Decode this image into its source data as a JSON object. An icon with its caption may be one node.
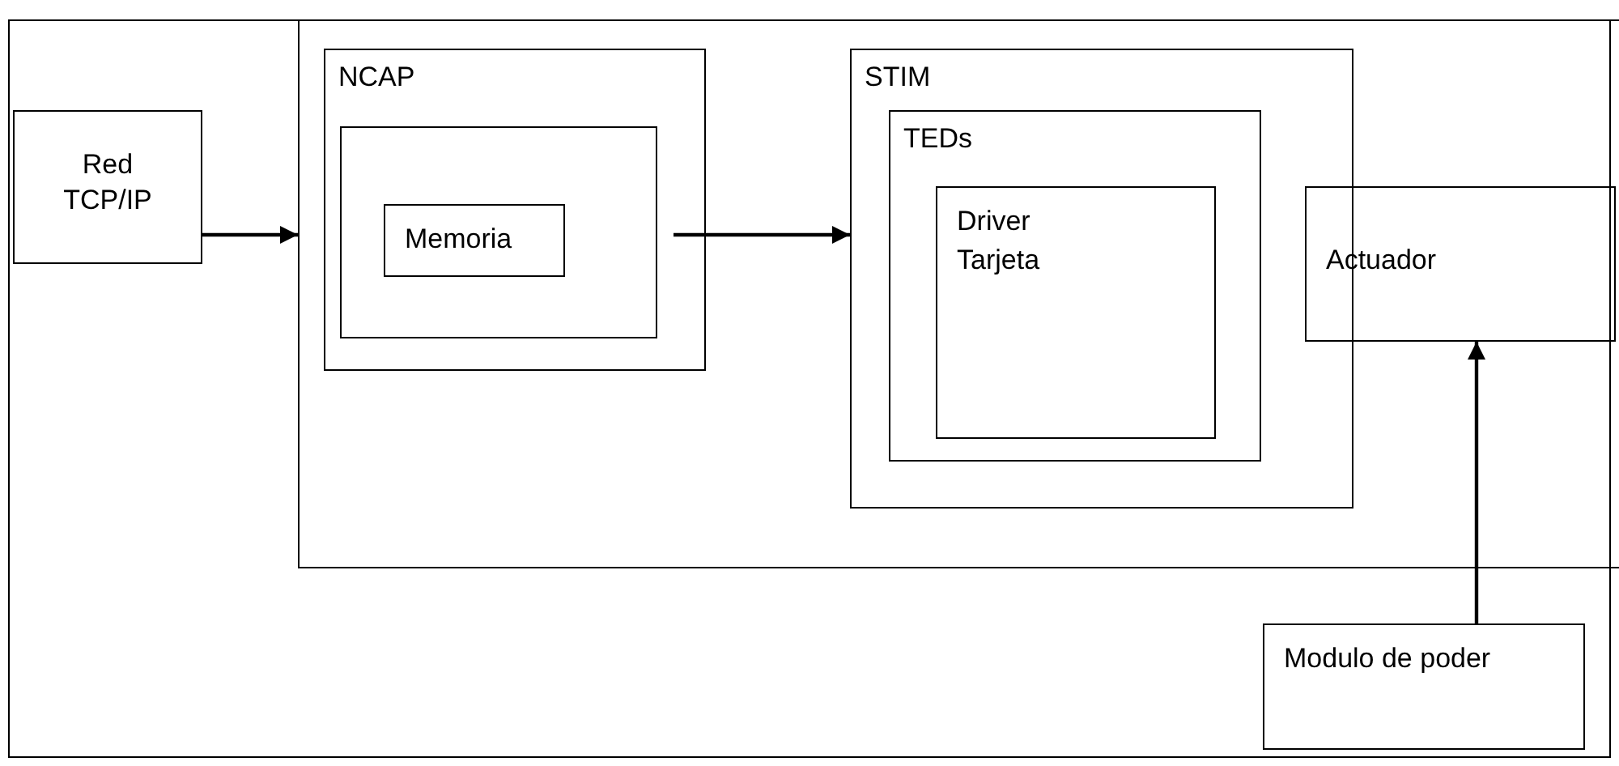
{
  "diagram": {
    "nodes": [
      {
        "text": [
          "Red TCP/IP"
        ]
      },
      {
        "text": [],
        "shape": "box"
      },
      {
        "text": [
          "NCAP"
        ],
        "in": 1
      },
      {
        "text": [],
        "shape": "box",
        "in": 2
      },
      {
        "text": [
          "Memoria"
        ],
        "in": 3
      },
      {
        "text": [
          "STIM"
        ],
        "in": 1
      },
      {
        "text": [
          "TEDs"
        ],
        "in": 5
      },
      {
        "text": [
          "Driver",
          "Tarjeta"
        ],
        "in": 6
      },
      {
        "text": [
          "Actuador"
        ],
        "in": 1
      },
      {
        "text": [
          "Modulo de poder"
        ]
      }
    ],
    "edges": [
      {
        "from": 0,
        "to": 1,
        "arrow": "to"
      },
      {
        "from": 2,
        "to": 5,
        "arrow": "to"
      },
      {
        "from": 9,
        "to": 8,
        "arrow": "to"
      }
    ]
  }
}
